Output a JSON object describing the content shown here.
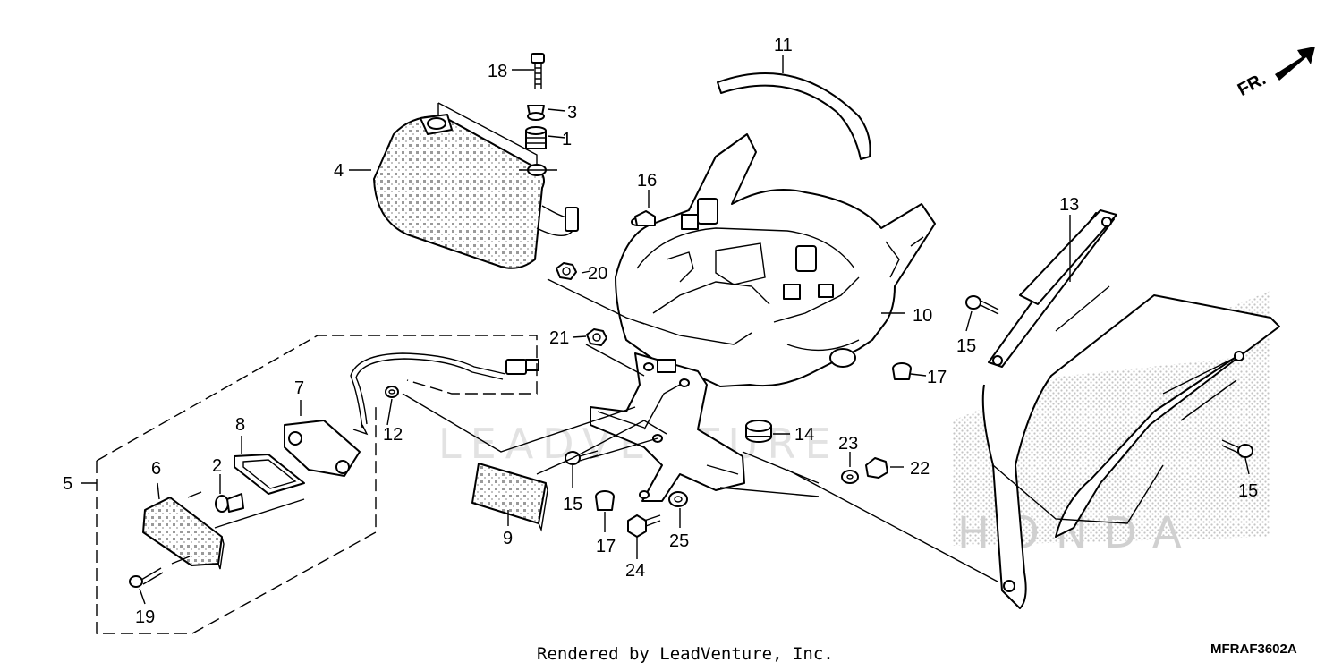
{
  "watermark": "LEADVENTURE",
  "footer": {
    "rendered_by": "Rendered by LeadVenture, Inc.",
    "diagram_code": "MFRAF3602A"
  },
  "direction_indicator": "FR.",
  "callouts": {
    "c1": "1",
    "c2": "2",
    "c3": "3",
    "c4": "4",
    "c5": "5",
    "c6": "6",
    "c7": "7",
    "c8": "8",
    "c9": "9",
    "c10": "10",
    "c11": "11",
    "c12": "12",
    "c13": "13",
    "c14": "14",
    "c15a": "15",
    "c15b": "15",
    "c15c": "15",
    "c16": "16",
    "c17a": "17",
    "c17b": "17",
    "c18": "18",
    "c19": "19",
    "c20": "20",
    "c21": "21",
    "c22": "22",
    "c23": "23",
    "c24": "24",
    "c25": "25"
  },
  "brand_watermark": "HONDA"
}
